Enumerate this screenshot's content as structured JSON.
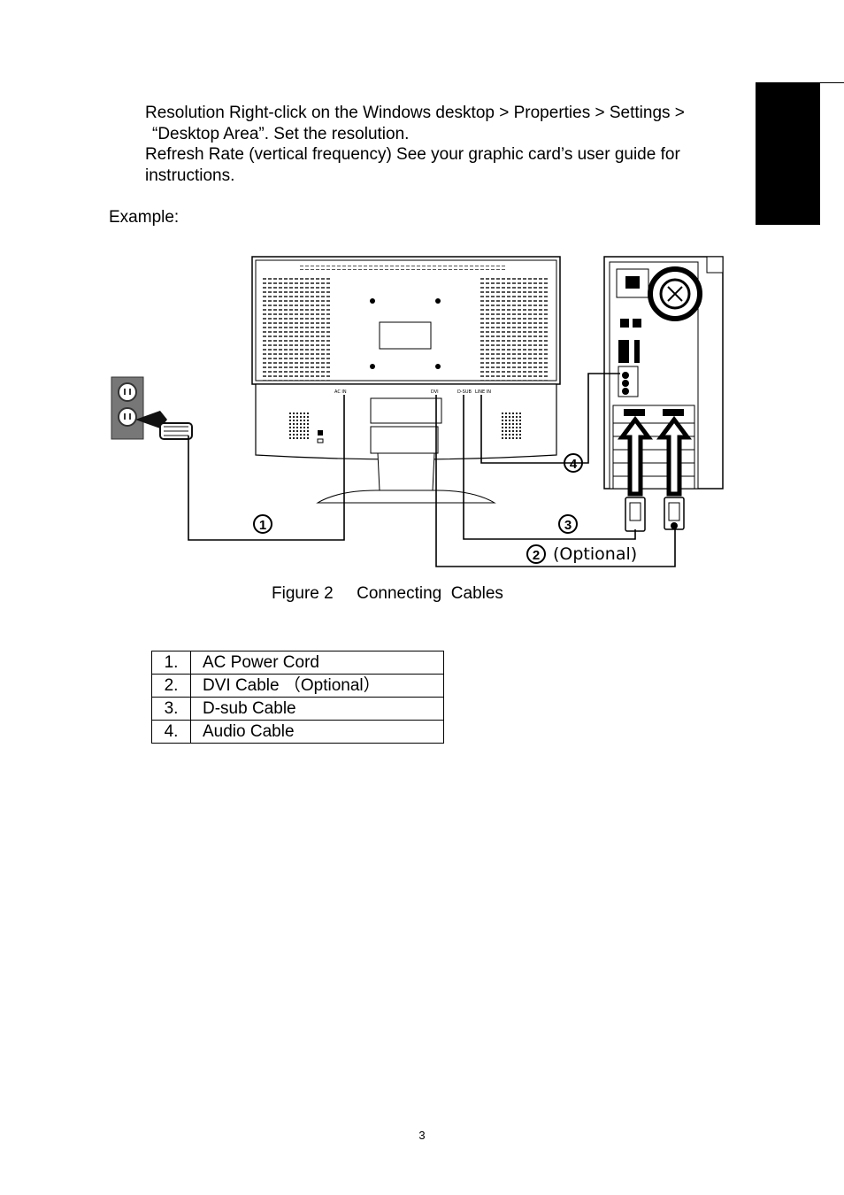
{
  "instructions": {
    "resolution_line1": "Resolution Right-click on the Windows desktop > Properties > Settings >",
    "resolution_line2": "“Desktop Area”. Set the resolution.",
    "refresh_line1": "Refresh Rate (vertical frequency) See your graphic card’s user guide for",
    "refresh_line2": "instructions."
  },
  "example_label": "Example:",
  "figure": {
    "port_labels": [
      "AC IN",
      "DVI",
      "D-SUB",
      "LINE IN"
    ],
    "callouts": [
      "1",
      "2",
      "3",
      "4"
    ],
    "optional_label": "(Optional)"
  },
  "caption": "Figure 2     Connecting  Cables",
  "legend": [
    {
      "num": "1.",
      "label": "AC Power Cord"
    },
    {
      "num": "2.",
      "label": "DVI Cable （Optional）"
    },
    {
      "num": "3.",
      "label": "D-sub Cable"
    },
    {
      "num": "4.",
      "label": "Audio Cable"
    }
  ],
  "page_number": "3"
}
